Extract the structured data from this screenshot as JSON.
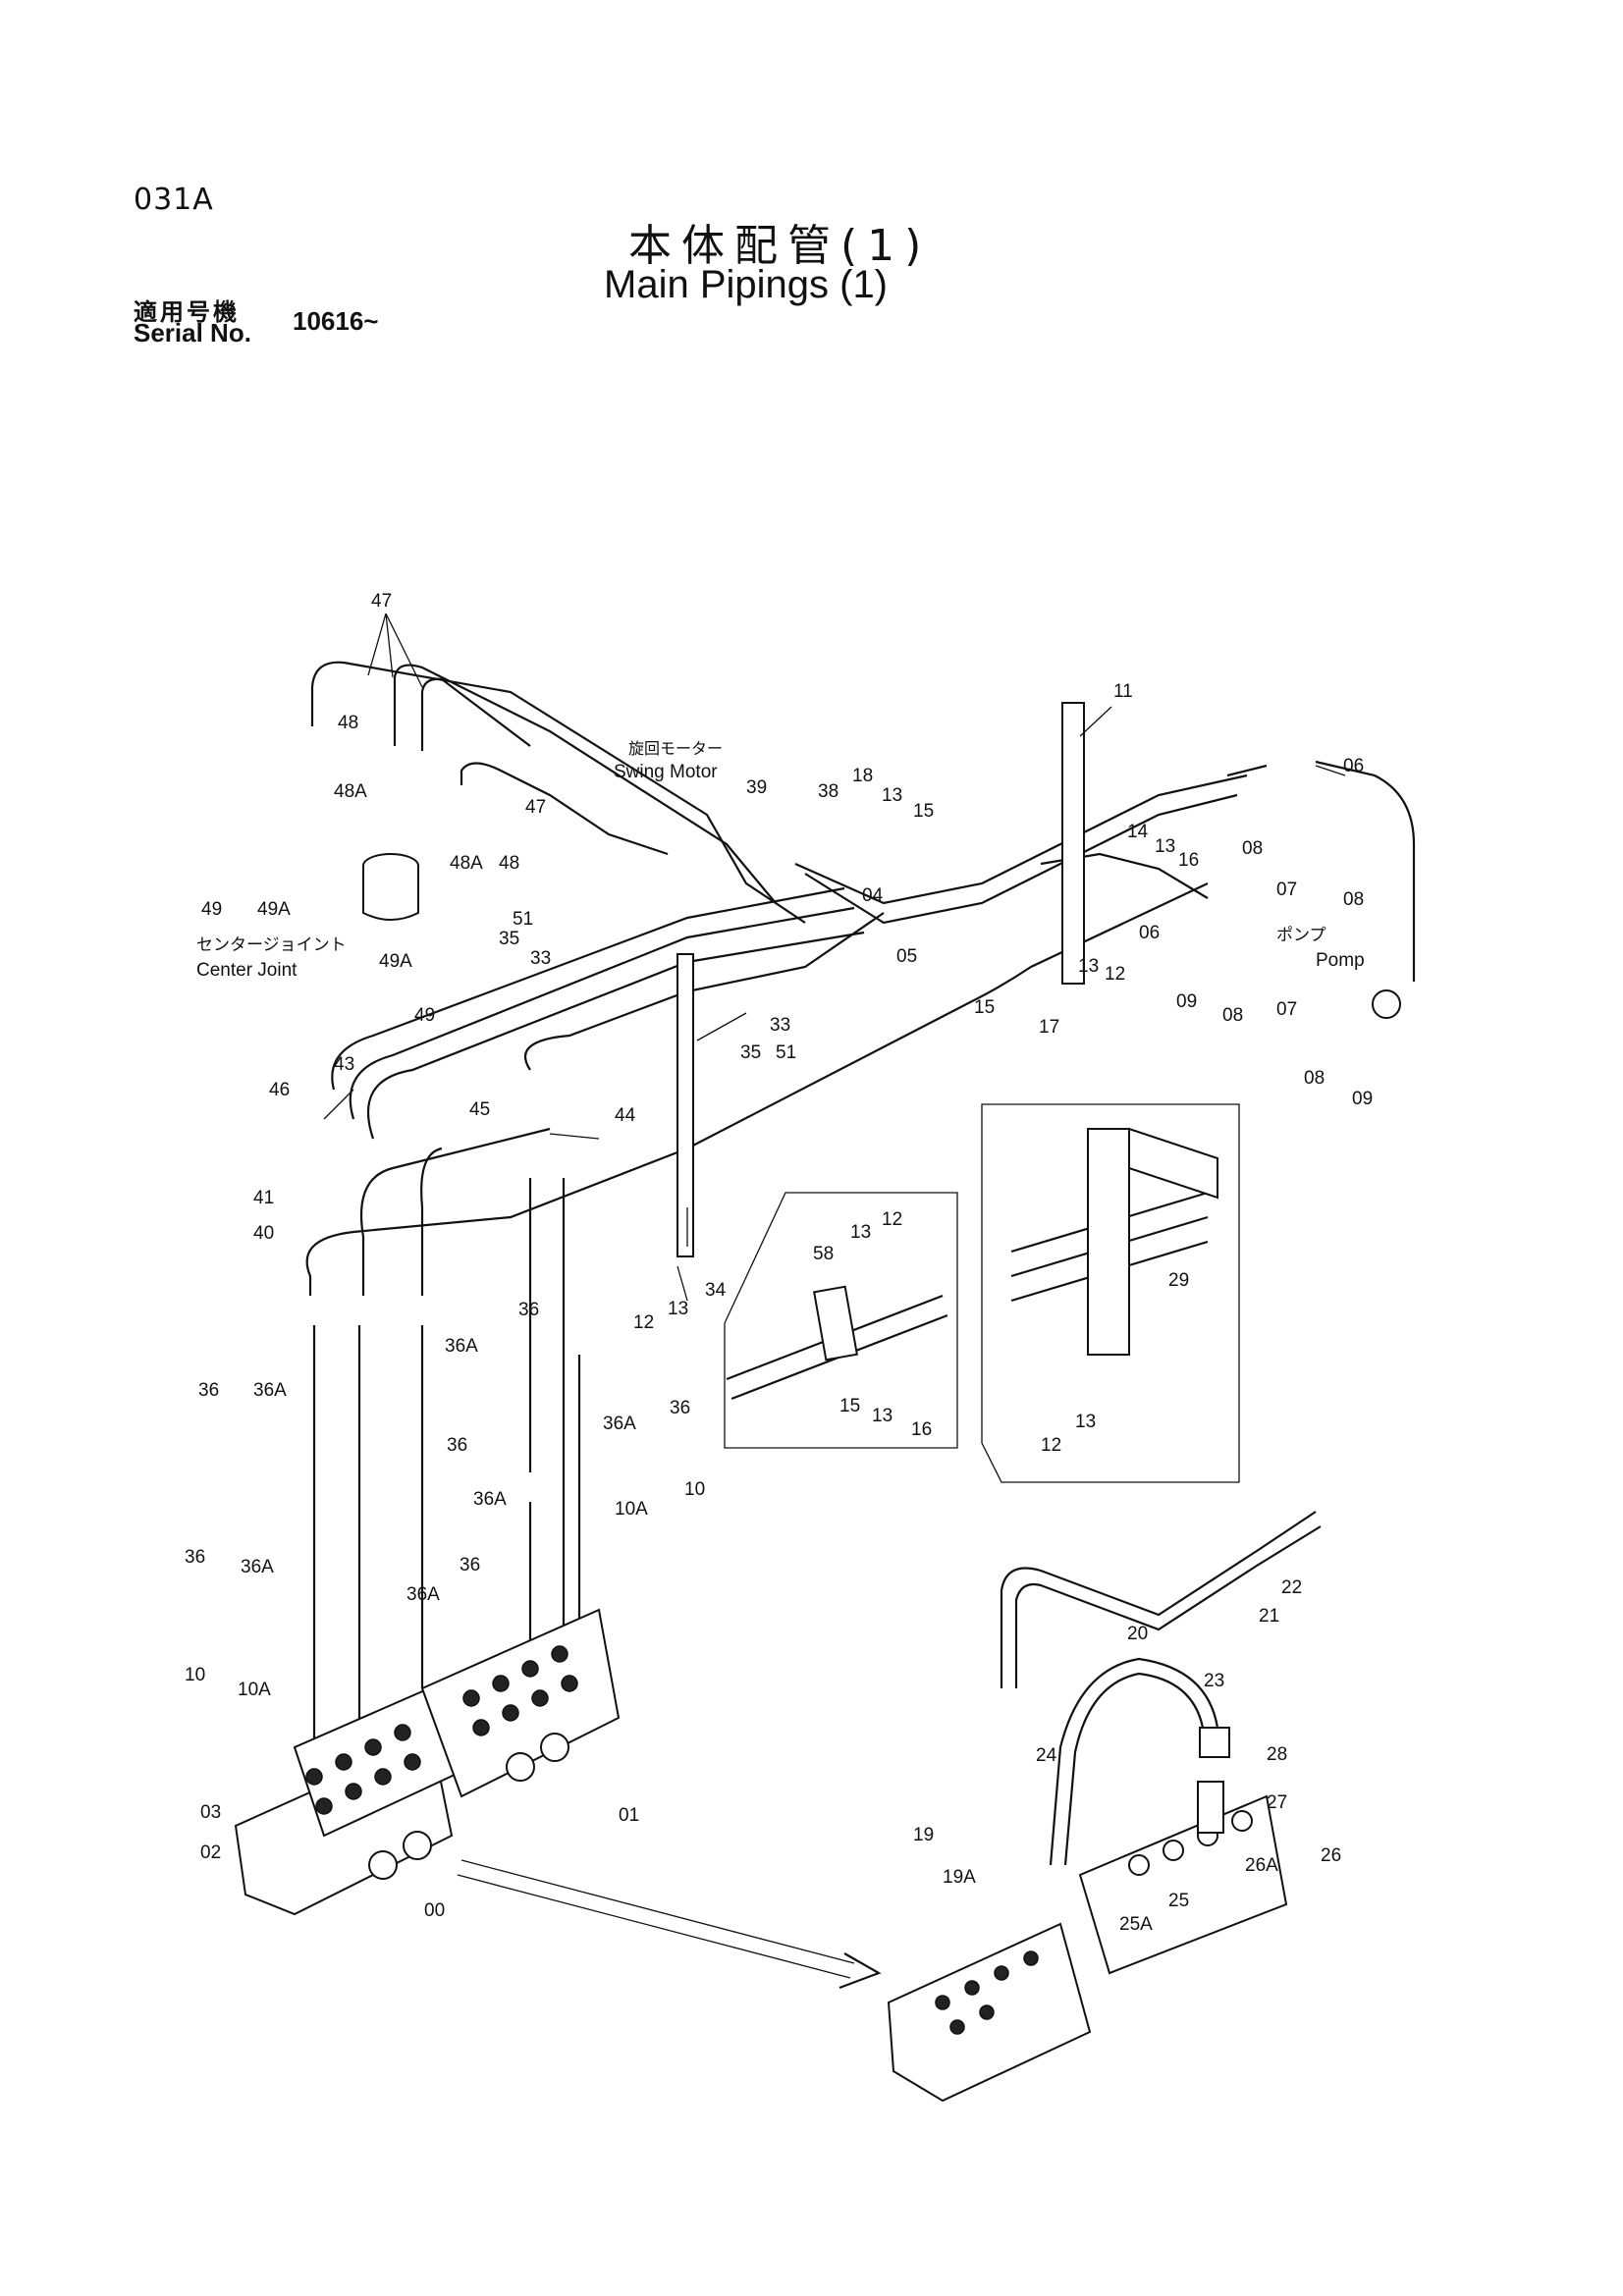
{
  "page": {
    "code": "031A",
    "title_jp": "本体配管(1)",
    "title_en": "Main Pipings (1)",
    "serial_label_jp": "適用号機",
    "serial_label_en": "Serial No.",
    "serial_value": "10616~"
  },
  "labels": {
    "swing_motor_jp": "旋回モーター",
    "swing_motor_en": "Swing Motor",
    "center_joint_jp": "センタージョイント",
    "center_joint_en": "Center Joint",
    "pump_jp": "ポンプ",
    "pump_en": "Pomp"
  },
  "callouts": [
    "47",
    "48",
    "48A",
    "48A",
    "48",
    "47",
    "49",
    "49A",
    "49A",
    "49",
    "51",
    "35",
    "33",
    "39",
    "38",
    "18",
    "13",
    "15",
    "04",
    "05",
    "11",
    "14",
    "13",
    "16",
    "06",
    "08",
    "07",
    "08",
    "06",
    "13",
    "12",
    "09",
    "08",
    "07",
    "08",
    "09",
    "15",
    "17",
    "33",
    "35",
    "51",
    "43",
    "46",
    "44",
    "45",
    "41",
    "40",
    "34",
    "12",
    "13",
    "58",
    "13",
    "12",
    "15",
    "13",
    "16",
    "29",
    "13",
    "12",
    "36",
    "36A",
    "36",
    "36A",
    "36",
    "36A",
    "36",
    "36A",
    "10",
    "10A",
    "36",
    "36A",
    "36",
    "36A",
    "10",
    "10A",
    "03",
    "02",
    "00",
    "01",
    "22",
    "21",
    "20",
    "23",
    "28",
    "27",
    "26",
    "26A",
    "24",
    "19",
    "19A",
    "25",
    "25A"
  ]
}
